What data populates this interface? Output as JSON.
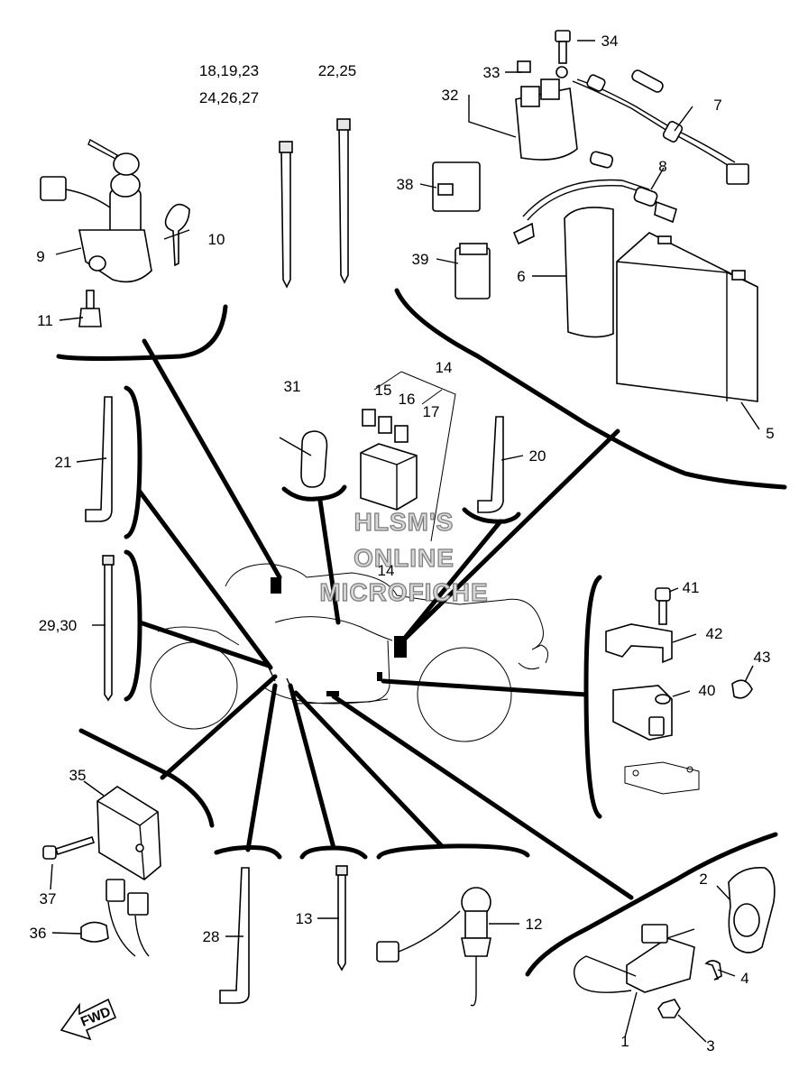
{
  "watermark": {
    "line1": "HLSM'S",
    "line2": "ONLINE",
    "line3": "MICROFICHE"
  },
  "direction_label": "FWD",
  "callouts": {
    "c1": "1",
    "c2": "2",
    "c3": "3",
    "c4": "4",
    "c5": "5",
    "c6": "6",
    "c7": "7",
    "c8": "8",
    "c9": "9",
    "c10": "10",
    "c11": "11",
    "c12": "12",
    "c13": "13",
    "c14a": "14",
    "c14b": "14",
    "c15": "15",
    "c16": "16",
    "c17": "17",
    "c18": "18,19,23",
    "c24": "24,26,27",
    "c20": "20",
    "c21": "21",
    "c22": "22,25",
    "c28": "28",
    "c29": "29,30",
    "c31": "31",
    "c32": "32",
    "c33": "33",
    "c34": "34",
    "c35": "35",
    "c36": "36",
    "c37": "37",
    "c38": "38",
    "c39": "39",
    "c40": "40",
    "c41": "41",
    "c42": "42",
    "c43": "43"
  }
}
